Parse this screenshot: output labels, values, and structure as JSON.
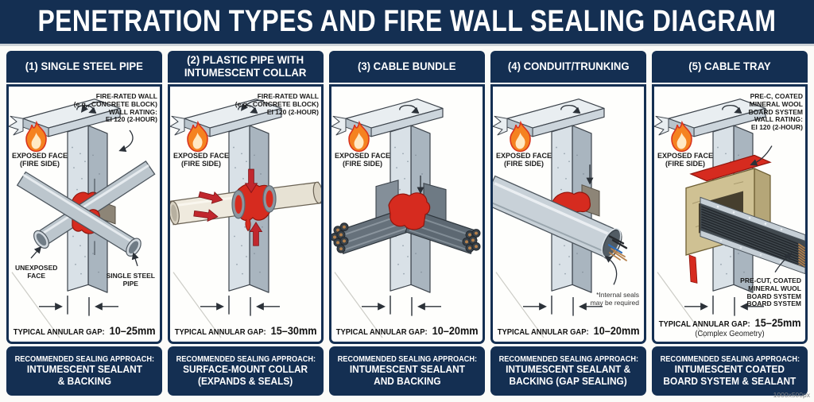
{
  "title": "PENETRATION TYPES AND FIRE WALL SEALING DIAGRAM",
  "watermark": "1000x500px",
  "colors": {
    "navy": "#142f52",
    "sealant_red": "#d62b1f",
    "flame_orange": "#f58220",
    "concrete_face": "#d9e1e7",
    "steel_pipe": "#bcc6cd",
    "mineral_wool": "#cfc193"
  },
  "panels": [
    {
      "title": "(1) SINGLE STEEL PIPE",
      "wall_note": "FIRE-RATED WALL\n(e.g., CONCRETE BLOCK)\nWALL RATING:\nEI 120 (2-HOUR)",
      "exposed_face": "EXPOSED FACE\n(FIRE SIDE)",
      "label_left": "UNEXPOSED\nFACE",
      "label_right": "SINGLE STEEL\nPIPE",
      "gap_label": "TYPICAL ANNULAR GAP:",
      "gap_value": "10–25mm",
      "approach_label": "RECOMMENDED SEALING APPROACH:",
      "approach": "INTUMESCENT SEALANT\n& BACKING"
    },
    {
      "title": "(2) PLASTIC PIPE WITH\nINTUMESCENT COLLAR",
      "wall_note": "FIRE-RATED WALL\n(e.g., CONCRETE BLOCK)\nEI 120 (2-HOUR)",
      "exposed_face": "EXPOSED FACE\n(FIRE SIDE)",
      "gap_label": "TYPICAL ANNULAR GAP:",
      "gap_value": "15–30mm",
      "approach_label": "RECOMMENDED SEALING APPROACH:",
      "approach": "SURFACE-MOUNT COLLAR\n(EXPANDS & SEALS)"
    },
    {
      "title": "(3) CABLE BUNDLE",
      "exposed_face": "EXPOSED FACE\n(FIRE SIDE)",
      "gap_label": "TYPICAL ANNULAR GAP:",
      "gap_value": "10–20mm",
      "approach_label": "RECOMMENDED SEALING APPROACH:",
      "approach": "INTUMESCENT SEALANT\nAND BACKING"
    },
    {
      "title": "(4) CONDUIT/TRUNKING",
      "exposed_face": "EXPOSED FACE\n(FIRE SIDE)",
      "label_right": "*Internal seals\nmay be required",
      "gap_label": "TYPICAL ANNULAR GAP:",
      "gap_value": "10–20mm",
      "approach_label": "RECOMMENDED SEALING APPROACH:",
      "approach": "INTUMESCENT SEALANT &\nBACKING (GAP SEALING)"
    },
    {
      "title": "(5) CABLE TRAY",
      "wall_note": "PRE-C, COATED\nMINERAL WOOL\nBOARD SYSTEM\nWALL RATING:\nEI 120 (2-HOUR)",
      "exposed_face": "EXPOSED FACE\n(FIRE SIDE)",
      "label_right": "PRE-CUT, COATED\nMINERAL WUOL\nBOARD SYSTEM\nBOARD SYSTEM",
      "gap_label": "TYPICAL ANNULAR GAP:",
      "gap_value": "15–25mm",
      "gap_note": "(Complex Geometry)",
      "approach_label": "RECOMMENDED SEALING APPROACH:",
      "approach": "INTUMESCENT COATED\nBOARD SYSTEM & SEALANT"
    }
  ]
}
